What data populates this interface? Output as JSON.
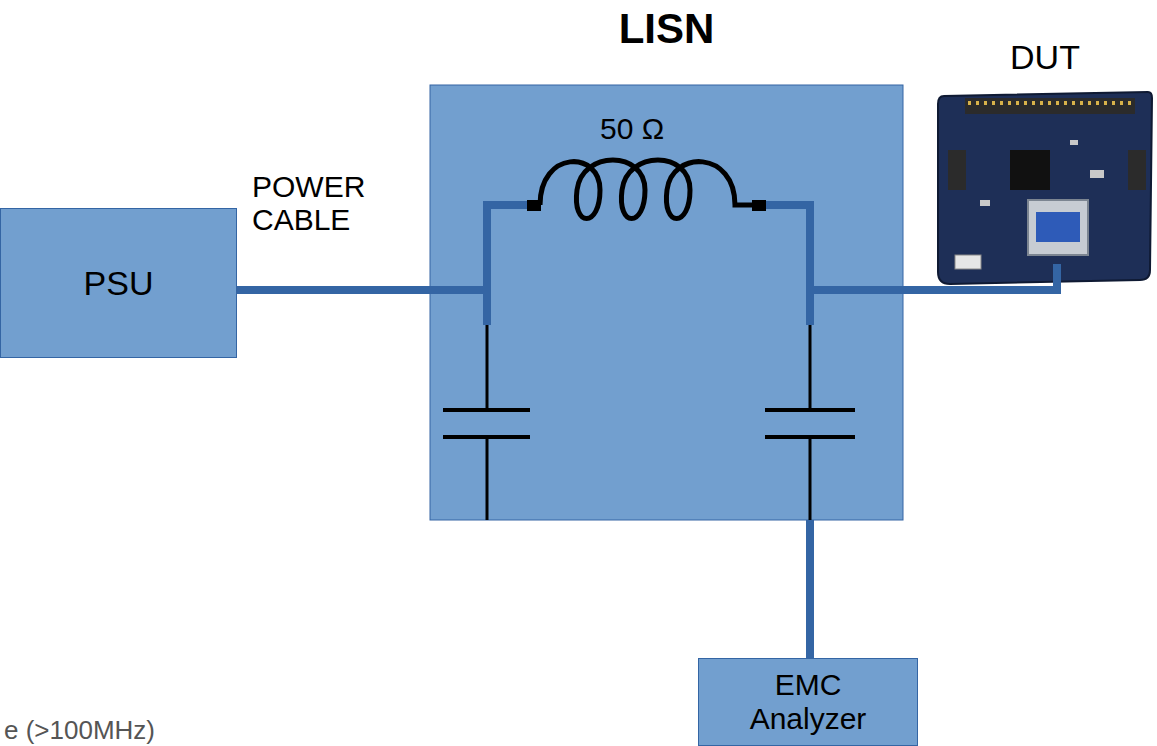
{
  "diagram": {
    "nodes": [
      {
        "text": [
          "PSU"
        ]
      },
      {
        "text": [
          "LISN"
        ]
      },
      {
        "text": [
          "DUT"
        ]
      },
      {
        "text": [
          "EMC Analyzer"
        ]
      }
    ],
    "edges": [
      {
        "from": 0,
        "to": 1,
        "arrow": "none",
        "label": "POWER CABLE"
      },
      {
        "from": 1,
        "to": 2,
        "arrow": "none"
      },
      {
        "from": 1,
        "to": 3,
        "arrow": "none"
      }
    ],
    "labels": [
      "50 Ω",
      "e (>100MHz)"
    ]
  }
}
